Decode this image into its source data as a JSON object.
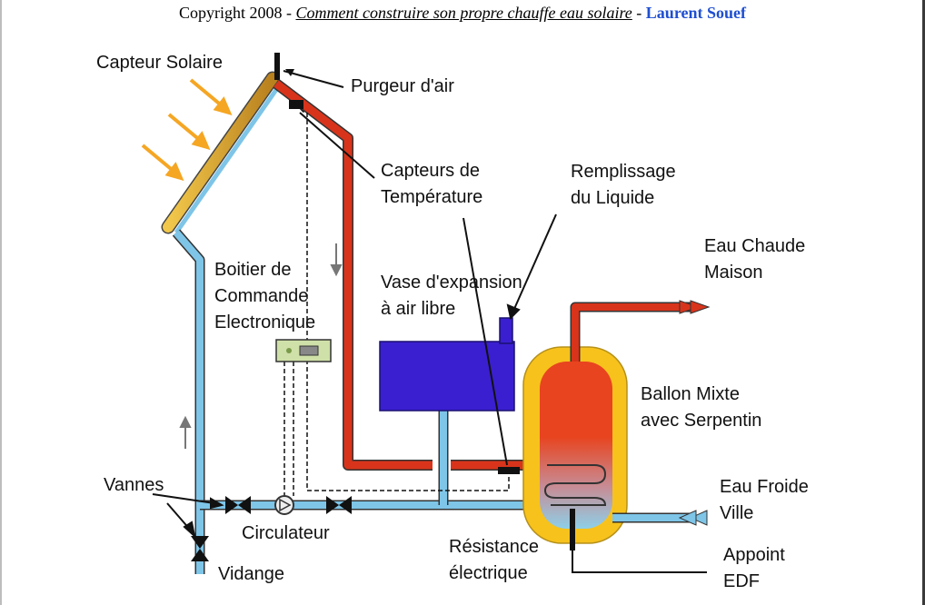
{
  "header": {
    "prefix": "Copyright 2008 - ",
    "title": "Comment construire son propre chauffe eau solaire",
    "separator": " - ",
    "author": "Laurent Souef"
  },
  "labels": {
    "capteur_solaire": "Capteur Solaire",
    "purgeur": "Purgeur d'air",
    "capteurs_temp_1": "Capteurs de",
    "capteurs_temp_2": "Température",
    "remplissage_1": "Remplissage",
    "remplissage_2": "du Liquide",
    "eau_chaude_1": "Eau Chaude",
    "eau_chaude_2": "Maison",
    "boitier_1": "Boitier de",
    "boitier_2": "Commande",
    "boitier_3": "Electronique",
    "vase_1": "Vase d'expansion",
    "vase_2": "à air libre",
    "ballon_1": "Ballon Mixte",
    "ballon_2": "avec Serpentin",
    "vannes": "Vannes",
    "circulateur": "Circulateur",
    "eau_froide_1": "Eau Froide",
    "eau_froide_2": "Ville",
    "resistance_1": "Résistance",
    "resistance_2": "électrique",
    "appoint_1": "Appoint",
    "appoint_2": "EDF",
    "vidange": "Vidange"
  },
  "colors": {
    "hot_pipe": "#d8341b",
    "cold_pipe": "#7ec5e8",
    "panel_gold": "#d9a62a",
    "panel_blue": "#7ec5e8",
    "tank_outer": "#f7c21c",
    "tank_inner": "#e8441f",
    "tank_bottom": "#8ecfe8",
    "expansion_vessel": "#3a1fd0",
    "control_box": "#cfe0a8",
    "sun_ray": "#f5a623",
    "header_author": "#1f4fd1"
  },
  "icons": {
    "valve": "bowtie-valve-icon",
    "pump": "circulator-pump-icon",
    "flow_arrow": "flow-arrow-icon",
    "sun_ray": "sun-ray-arrow-icon"
  }
}
